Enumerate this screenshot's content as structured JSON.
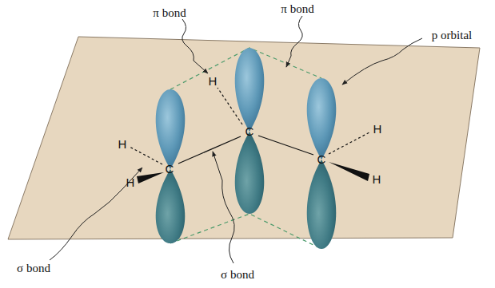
{
  "diagram": {
    "labels": [
      "π bond",
      "π bond",
      "p orbital",
      "H",
      "H",
      "H",
      "H",
      "H",
      "C",
      "C",
      "C",
      "σ bond",
      "σ bond"
    ]
  }
}
